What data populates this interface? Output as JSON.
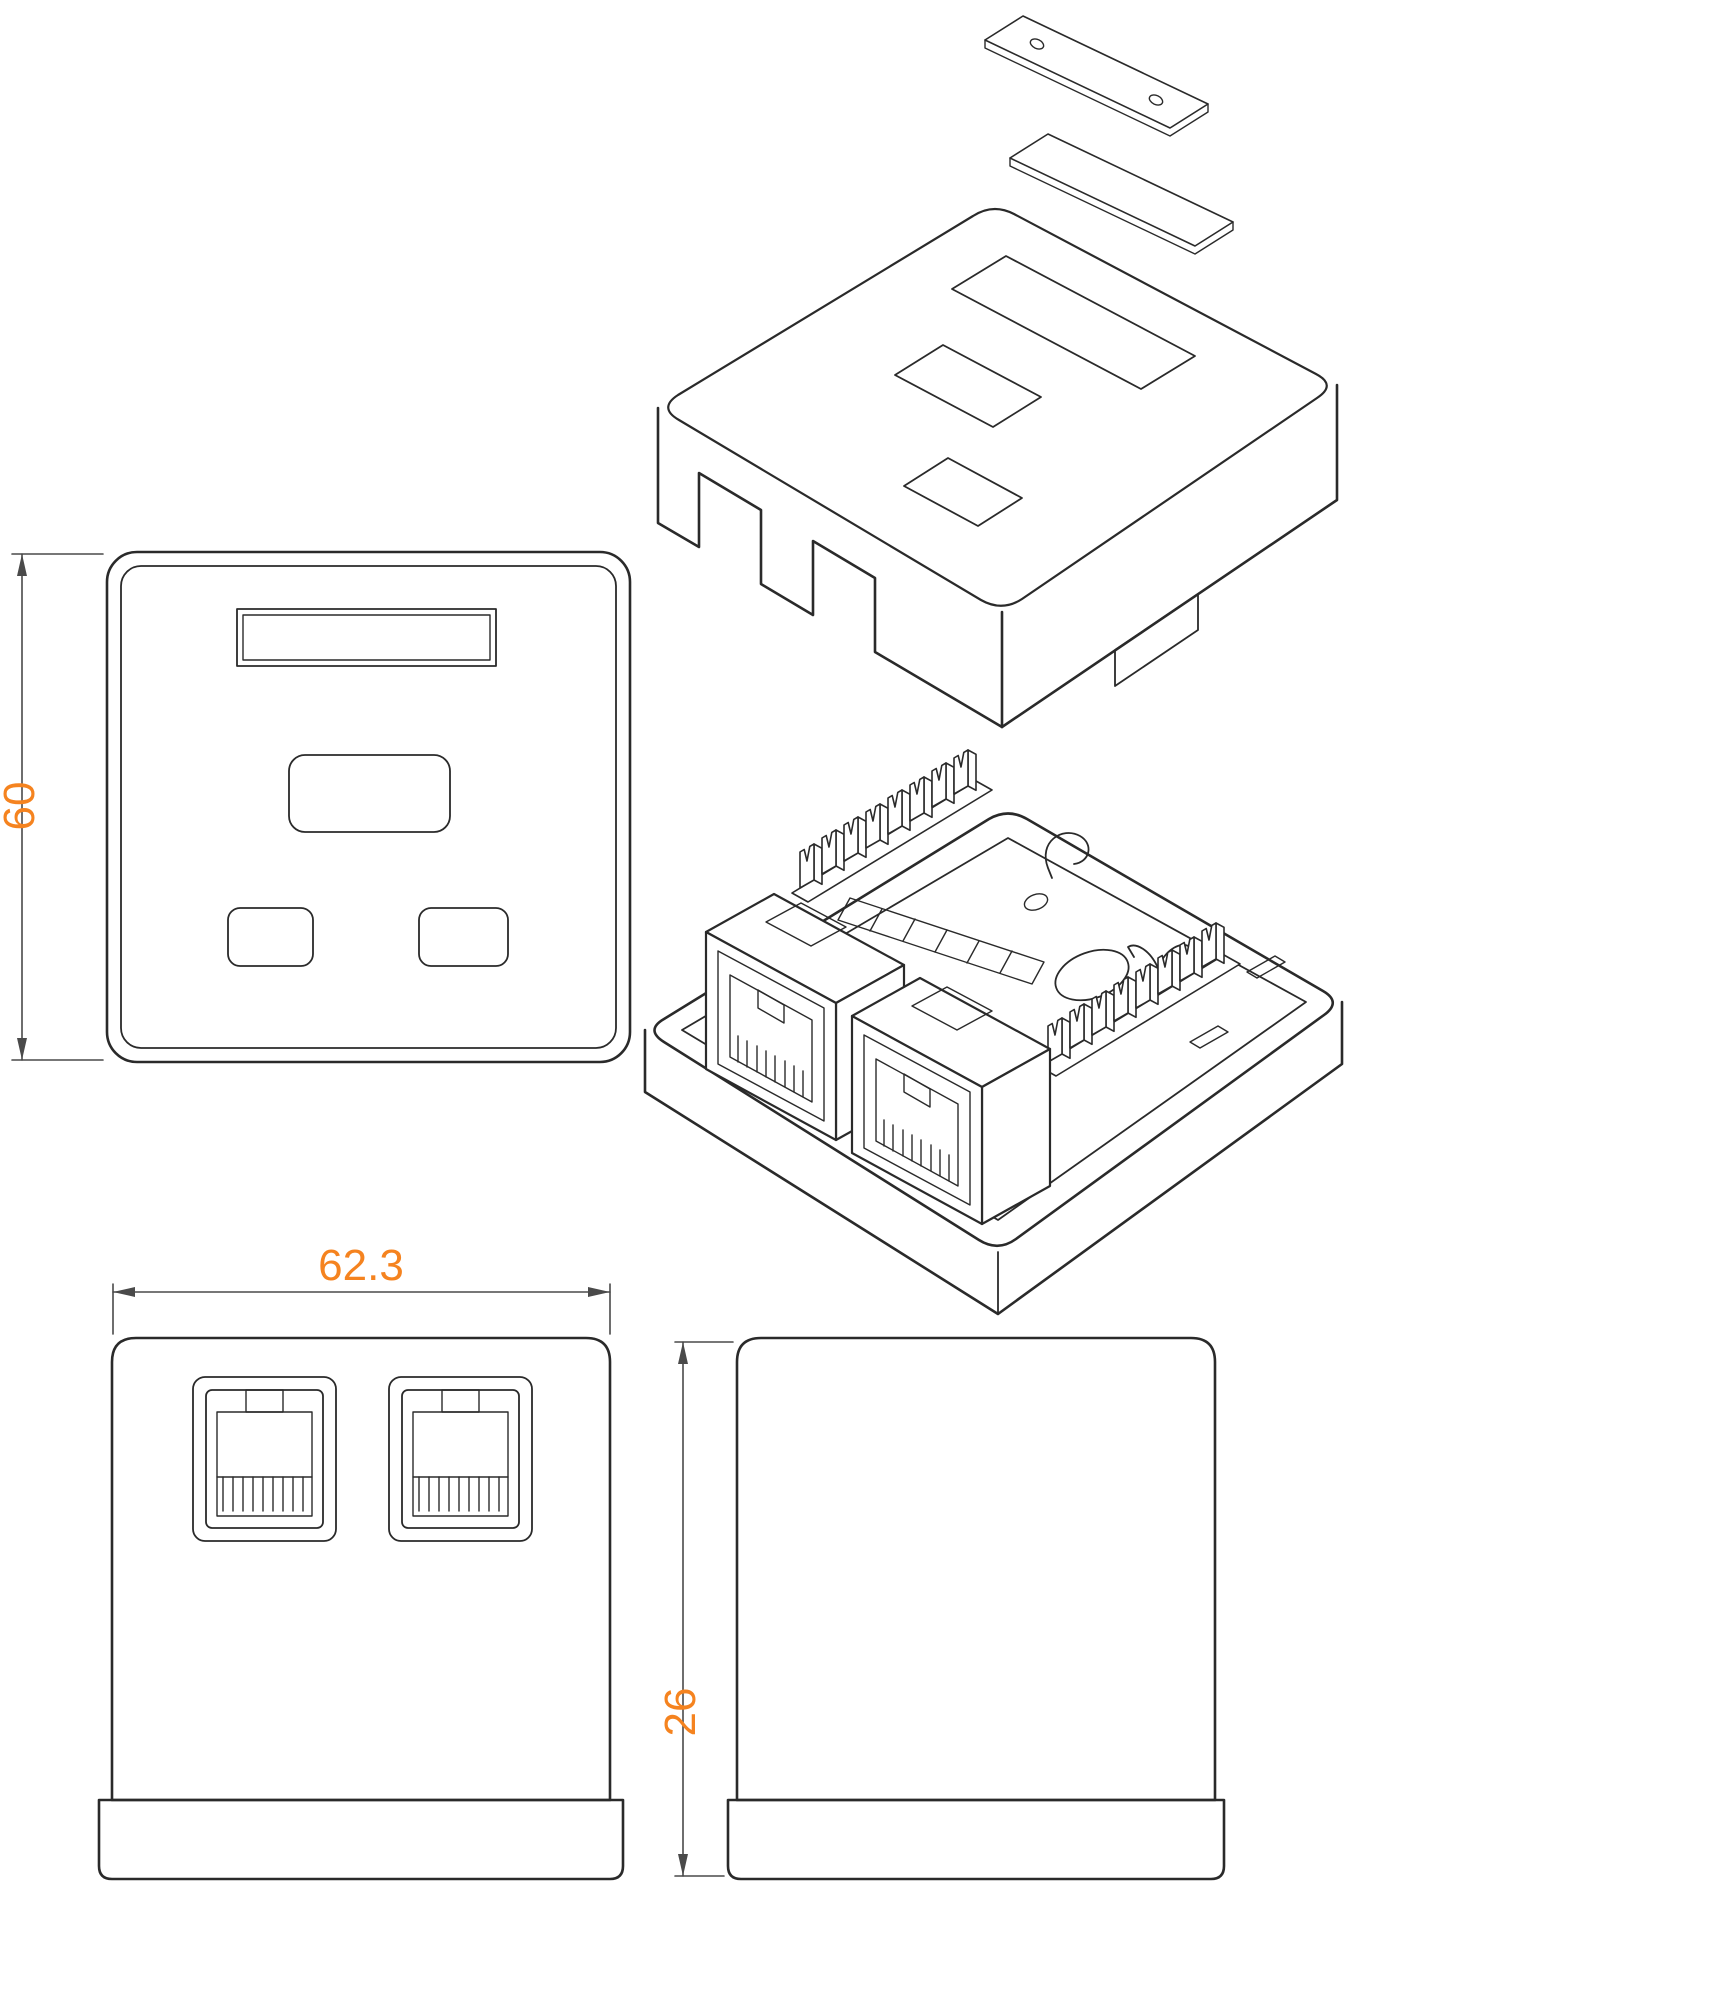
{
  "dimensions": {
    "height": "60",
    "width": "62.3",
    "depth": "26"
  },
  "colors": {
    "dimension": "#f5831f",
    "line": "#2a2a2a",
    "background": "#ffffff"
  }
}
